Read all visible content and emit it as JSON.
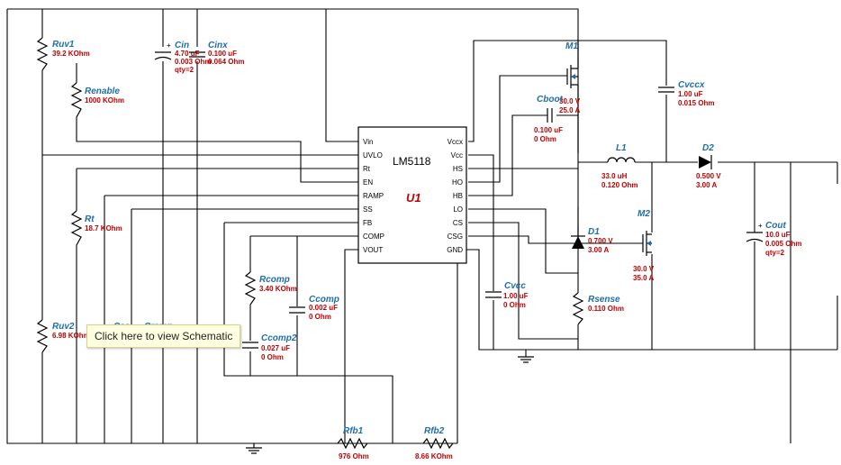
{
  "ic": {
    "part": "LM5118",
    "ref": "U1",
    "left_pins": [
      "Vin",
      "UVLO",
      "Rt",
      "EN",
      "RAMP",
      "SS",
      "FB",
      "COMP",
      "VOUT"
    ],
    "right_pins": [
      "Vccx",
      "Vcc",
      "HS",
      "HO",
      "HB",
      "LO",
      "CS",
      "CSG",
      "GND"
    ]
  },
  "components": {
    "ruv1": {
      "name": "Ruv1",
      "val1": "39.2 KOhm"
    },
    "renable": {
      "name": "Renable",
      "val1": "1000 KOhm"
    },
    "rt": {
      "name": "Rt",
      "val1": "18.7 KOhm"
    },
    "ruv2": {
      "name": "Ruv2",
      "val1": "6.98 KOhm"
    },
    "css": {
      "name": "Css"
    },
    "cramp": {
      "name": "Cramp"
    },
    "cin": {
      "name": "Cin",
      "val1": "4.70 uF",
      "val2": "0.003 Ohm",
      "val3": "qty=2"
    },
    "cinx": {
      "name": "Cinx",
      "val1": "0.100 uF",
      "val2": "0.064 Ohm"
    },
    "m1": {
      "name": "M1",
      "val1": "30.0 V",
      "val2": "25.0 A"
    },
    "cboot": {
      "name": "Cboot",
      "val1": "0.100 uF",
      "val2": "0 Ohm"
    },
    "cvccx": {
      "name": "Cvccx",
      "val1": "1.00 uF",
      "val2": "0.015 Ohm"
    },
    "l1": {
      "name": "L1",
      "val1": "33.0 uH",
      "val2": "0.120 Ohm"
    },
    "d2": {
      "name": "D2",
      "val1": "0.500 V",
      "val2": "3.00 A"
    },
    "d1": {
      "name": "D1",
      "val1": "0.700 V",
      "val2": "3.00 A"
    },
    "m2": {
      "name": "M2",
      "val1": "30.0 V",
      "val2": "35.0 A"
    },
    "cout": {
      "name": "Cout",
      "val1": "10.0 uF",
      "val2": "0.005 Ohm",
      "val3": "qty=2"
    },
    "cvcc": {
      "name": "Cvcc",
      "val1": "1.00 uF",
      "val2": "0 Ohm"
    },
    "rsense": {
      "name": "Rsense",
      "val1": "0.110 Ohm"
    },
    "rcomp": {
      "name": "Rcomp",
      "val1": "3.40 KOhm"
    },
    "ccomp": {
      "name": "Ccomp",
      "val1": "0.002 uF",
      "val2": "0 Ohm"
    },
    "ccomp2": {
      "name": "Ccomp2",
      "val1": "0.027 uF",
      "val2": "0 Ohm"
    },
    "rfb1": {
      "name": "Rfb1",
      "val1": "976 Ohm"
    },
    "rfb2": {
      "name": "Rfb2",
      "val1": "8.66 KOhm"
    }
  },
  "tooltip": {
    "text": "Click here to view Schematic"
  }
}
